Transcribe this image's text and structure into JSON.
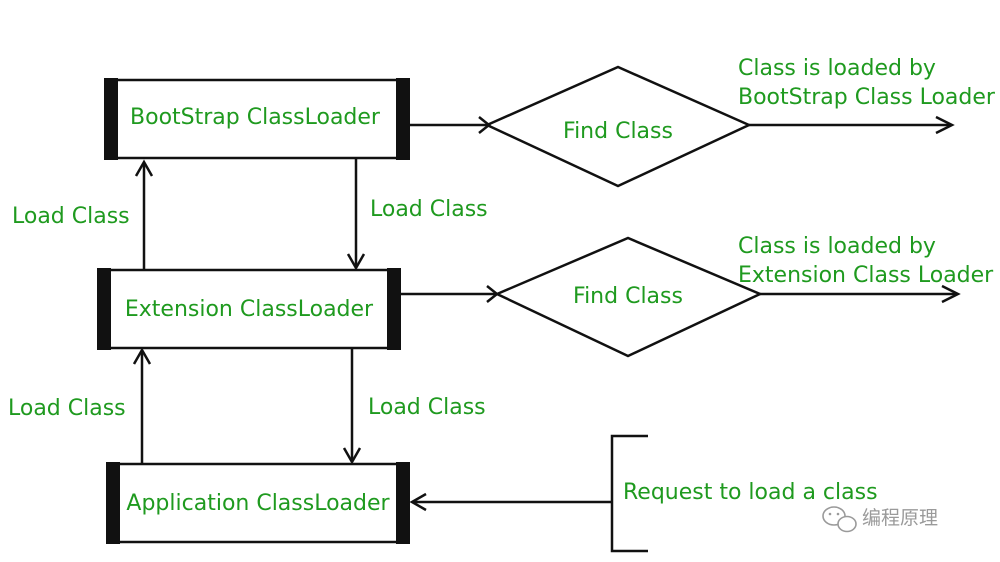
{
  "loaders": {
    "bootstrap": "BootStrap ClassLoader",
    "extension": "Extension ClassLoader",
    "application": "Application ClassLoader"
  },
  "decisions": {
    "find_top": "Find Class",
    "find_mid": "Find Class"
  },
  "edges": {
    "load_class_up_top": "Load Class",
    "load_class_down_top": "Load Class",
    "load_class_up_bottom": "Load Class",
    "load_class_down_bottom": "Load Class"
  },
  "results": {
    "bootstrap_line1": "Class is loaded by",
    "bootstrap_line2": "BootStrap Class Loader",
    "extension_line1": "Class is loaded by",
    "extension_line2": "Extension Class Loader"
  },
  "request": "Request to load a class",
  "watermark": "编程原理",
  "colors": {
    "text": "#1f9a1f",
    "lines": "#111111",
    "watermark": "#9a9a9a"
  }
}
